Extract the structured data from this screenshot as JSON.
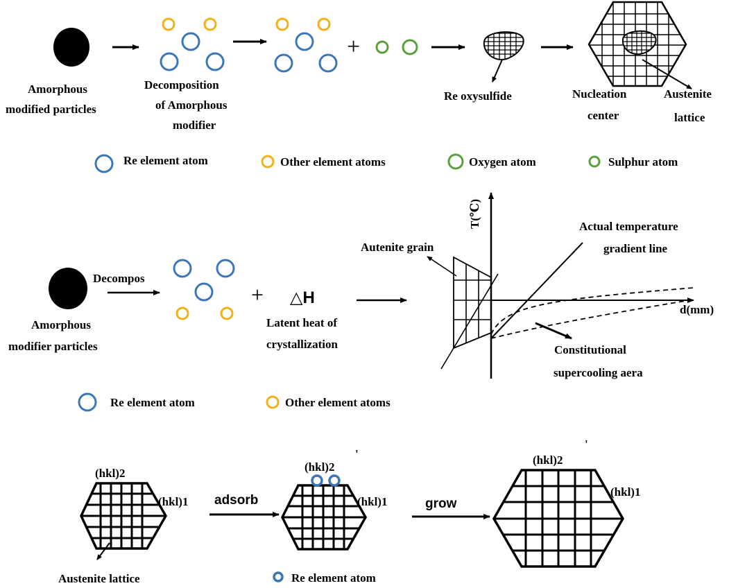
{
  "colors": {
    "re_atom": "#3b76b8",
    "other_atom": "#f0b21a",
    "oxygen_atom": "#5aa03a",
    "sulphur_atom": "#5aa03a",
    "ink": "#000000"
  },
  "top": {
    "amorphous_line1": "Amorphous",
    "amorphous_line2": "modified particles",
    "decomp_line1": "Decomposition",
    "decomp_line2": "of Amorphous",
    "decomp_line3": "modifier",
    "plus": "+",
    "re_oxysulfide": "Re oxysulfide",
    "nucleation_line1": "Nucleation",
    "nucleation_line2": "center",
    "austenite_line1": "Austenite",
    "austenite_line2": "lattice",
    "legend": {
      "re": "Re element atom",
      "other": "Other element atoms",
      "oxygen": "Oxygen atom",
      "sulphur": "Sulphur atom"
    }
  },
  "middle": {
    "decompos": "Decompos",
    "plus": "+",
    "delta_h": "△H",
    "latent_line1": "Latent heat of",
    "latent_line2": "crystallization",
    "amorphous_line1": "Amorphous",
    "amorphous_line2": "modifier particles",
    "y_axis_label": "T(℃)",
    "x_axis_label": "d(mm)",
    "autenite_grain": "Autenite grain",
    "actual_line1": "Actual temperature",
    "actual_line2": "gradient line",
    "constitutional_line1": "Constitutional",
    "constitutional_line2": "supercooling aera",
    "legend": {
      "re": "Re element atom",
      "other": "Other element atoms"
    }
  },
  "bottom": {
    "hkl2_a": "(hkl)2",
    "hkl1_a": "(hkl)1",
    "adsorb": "adsorb",
    "hkl2_b": "(hkl)2",
    "hkl1_b": "(hkl)1",
    "prime_b": "'",
    "grow": "grow",
    "hkl2_c": "(hkl)2",
    "hkl1_c": "(hkl)1",
    "prime_c": "'",
    "austenite_lattice": "Austenite lattice",
    "re_atom_legend": "Re element atom"
  }
}
